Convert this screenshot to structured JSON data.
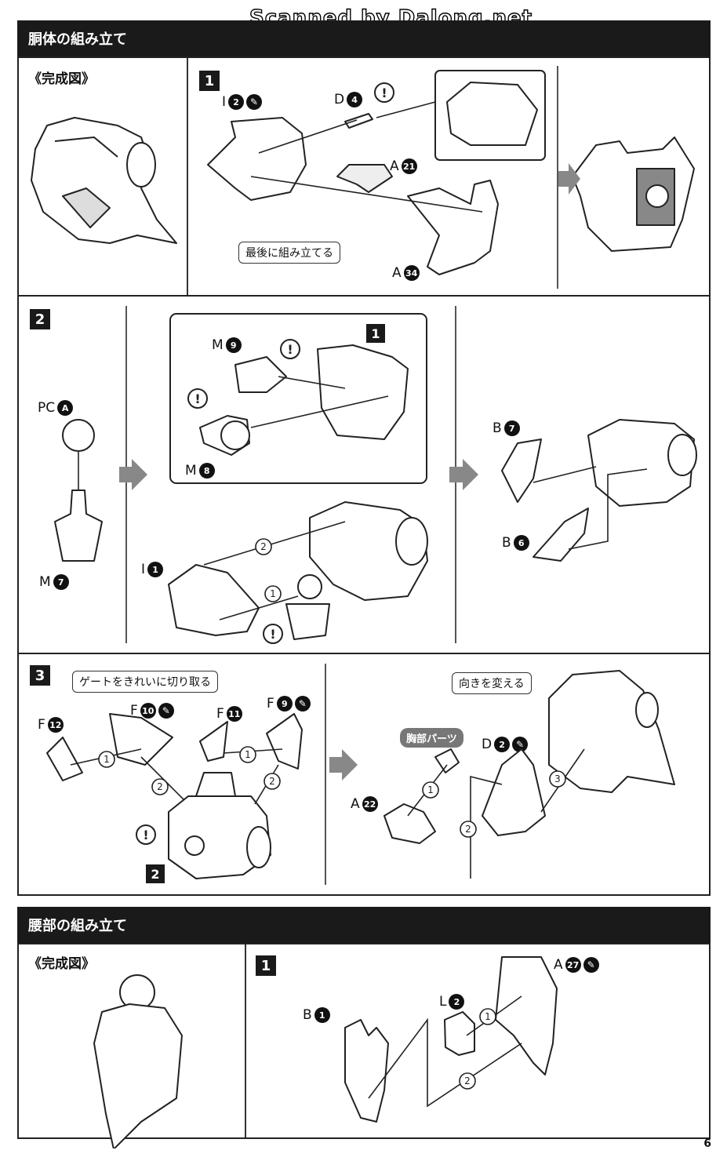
{
  "watermark": "Scanned by Dalong.net",
  "torso": {
    "title": "胴体の組み立て",
    "complete_label": "《完成図》",
    "step1": {
      "num": "1",
      "parts": [
        {
          "letter": "I",
          "num": "2",
          "cement": true
        },
        {
          "letter": "D",
          "num": "4",
          "cement": false
        },
        {
          "letter": "A",
          "num": "21",
          "cement": false
        },
        {
          "letter": "A",
          "num": "34",
          "cement": false
        }
      ],
      "note": "最後に組み立てる"
    },
    "step2": {
      "num": "2",
      "sub_ref": "1",
      "parts": [
        {
          "letter": "PC",
          "num": "A"
        },
        {
          "letter": "M",
          "num": "7"
        },
        {
          "letter": "M",
          "num": "9"
        },
        {
          "letter": "M",
          "num": "8"
        },
        {
          "letter": "I",
          "num": "1"
        },
        {
          "letter": "B",
          "num": "7"
        },
        {
          "letter": "B",
          "num": "6"
        }
      ],
      "order": [
        "1",
        "2"
      ]
    },
    "step3": {
      "num": "3",
      "sub_ref": "2",
      "note_gate": "ゲートをきれいに切り取る",
      "note_turn": "向きを変える",
      "chest_label": "胸部パーツ",
      "parts": [
        {
          "letter": "F",
          "num": "12",
          "cement": false
        },
        {
          "letter": "F",
          "num": "10",
          "cement": true
        },
        {
          "letter": "F",
          "num": "11",
          "cement": false
        },
        {
          "letter": "F",
          "num": "9",
          "cement": true
        },
        {
          "letter": "D",
          "num": "2",
          "cement": true
        },
        {
          "letter": "A",
          "num": "22",
          "cement": false
        }
      ],
      "order": [
        "1",
        "2",
        "3"
      ]
    }
  },
  "waist": {
    "title": "腰部の組み立て",
    "complete_label": "《完成図》",
    "step1": {
      "num": "1",
      "parts": [
        {
          "letter": "B",
          "num": "1",
          "cement": false
        },
        {
          "letter": "L",
          "num": "2",
          "cement": false
        },
        {
          "letter": "A",
          "num": "27",
          "cement": true
        }
      ],
      "order": [
        "1",
        "2"
      ]
    }
  },
  "page_number": "6",
  "icons": {
    "cement": "cement-icon",
    "caution": "exclamation-icon",
    "arrow": "next-arrow-icon"
  }
}
